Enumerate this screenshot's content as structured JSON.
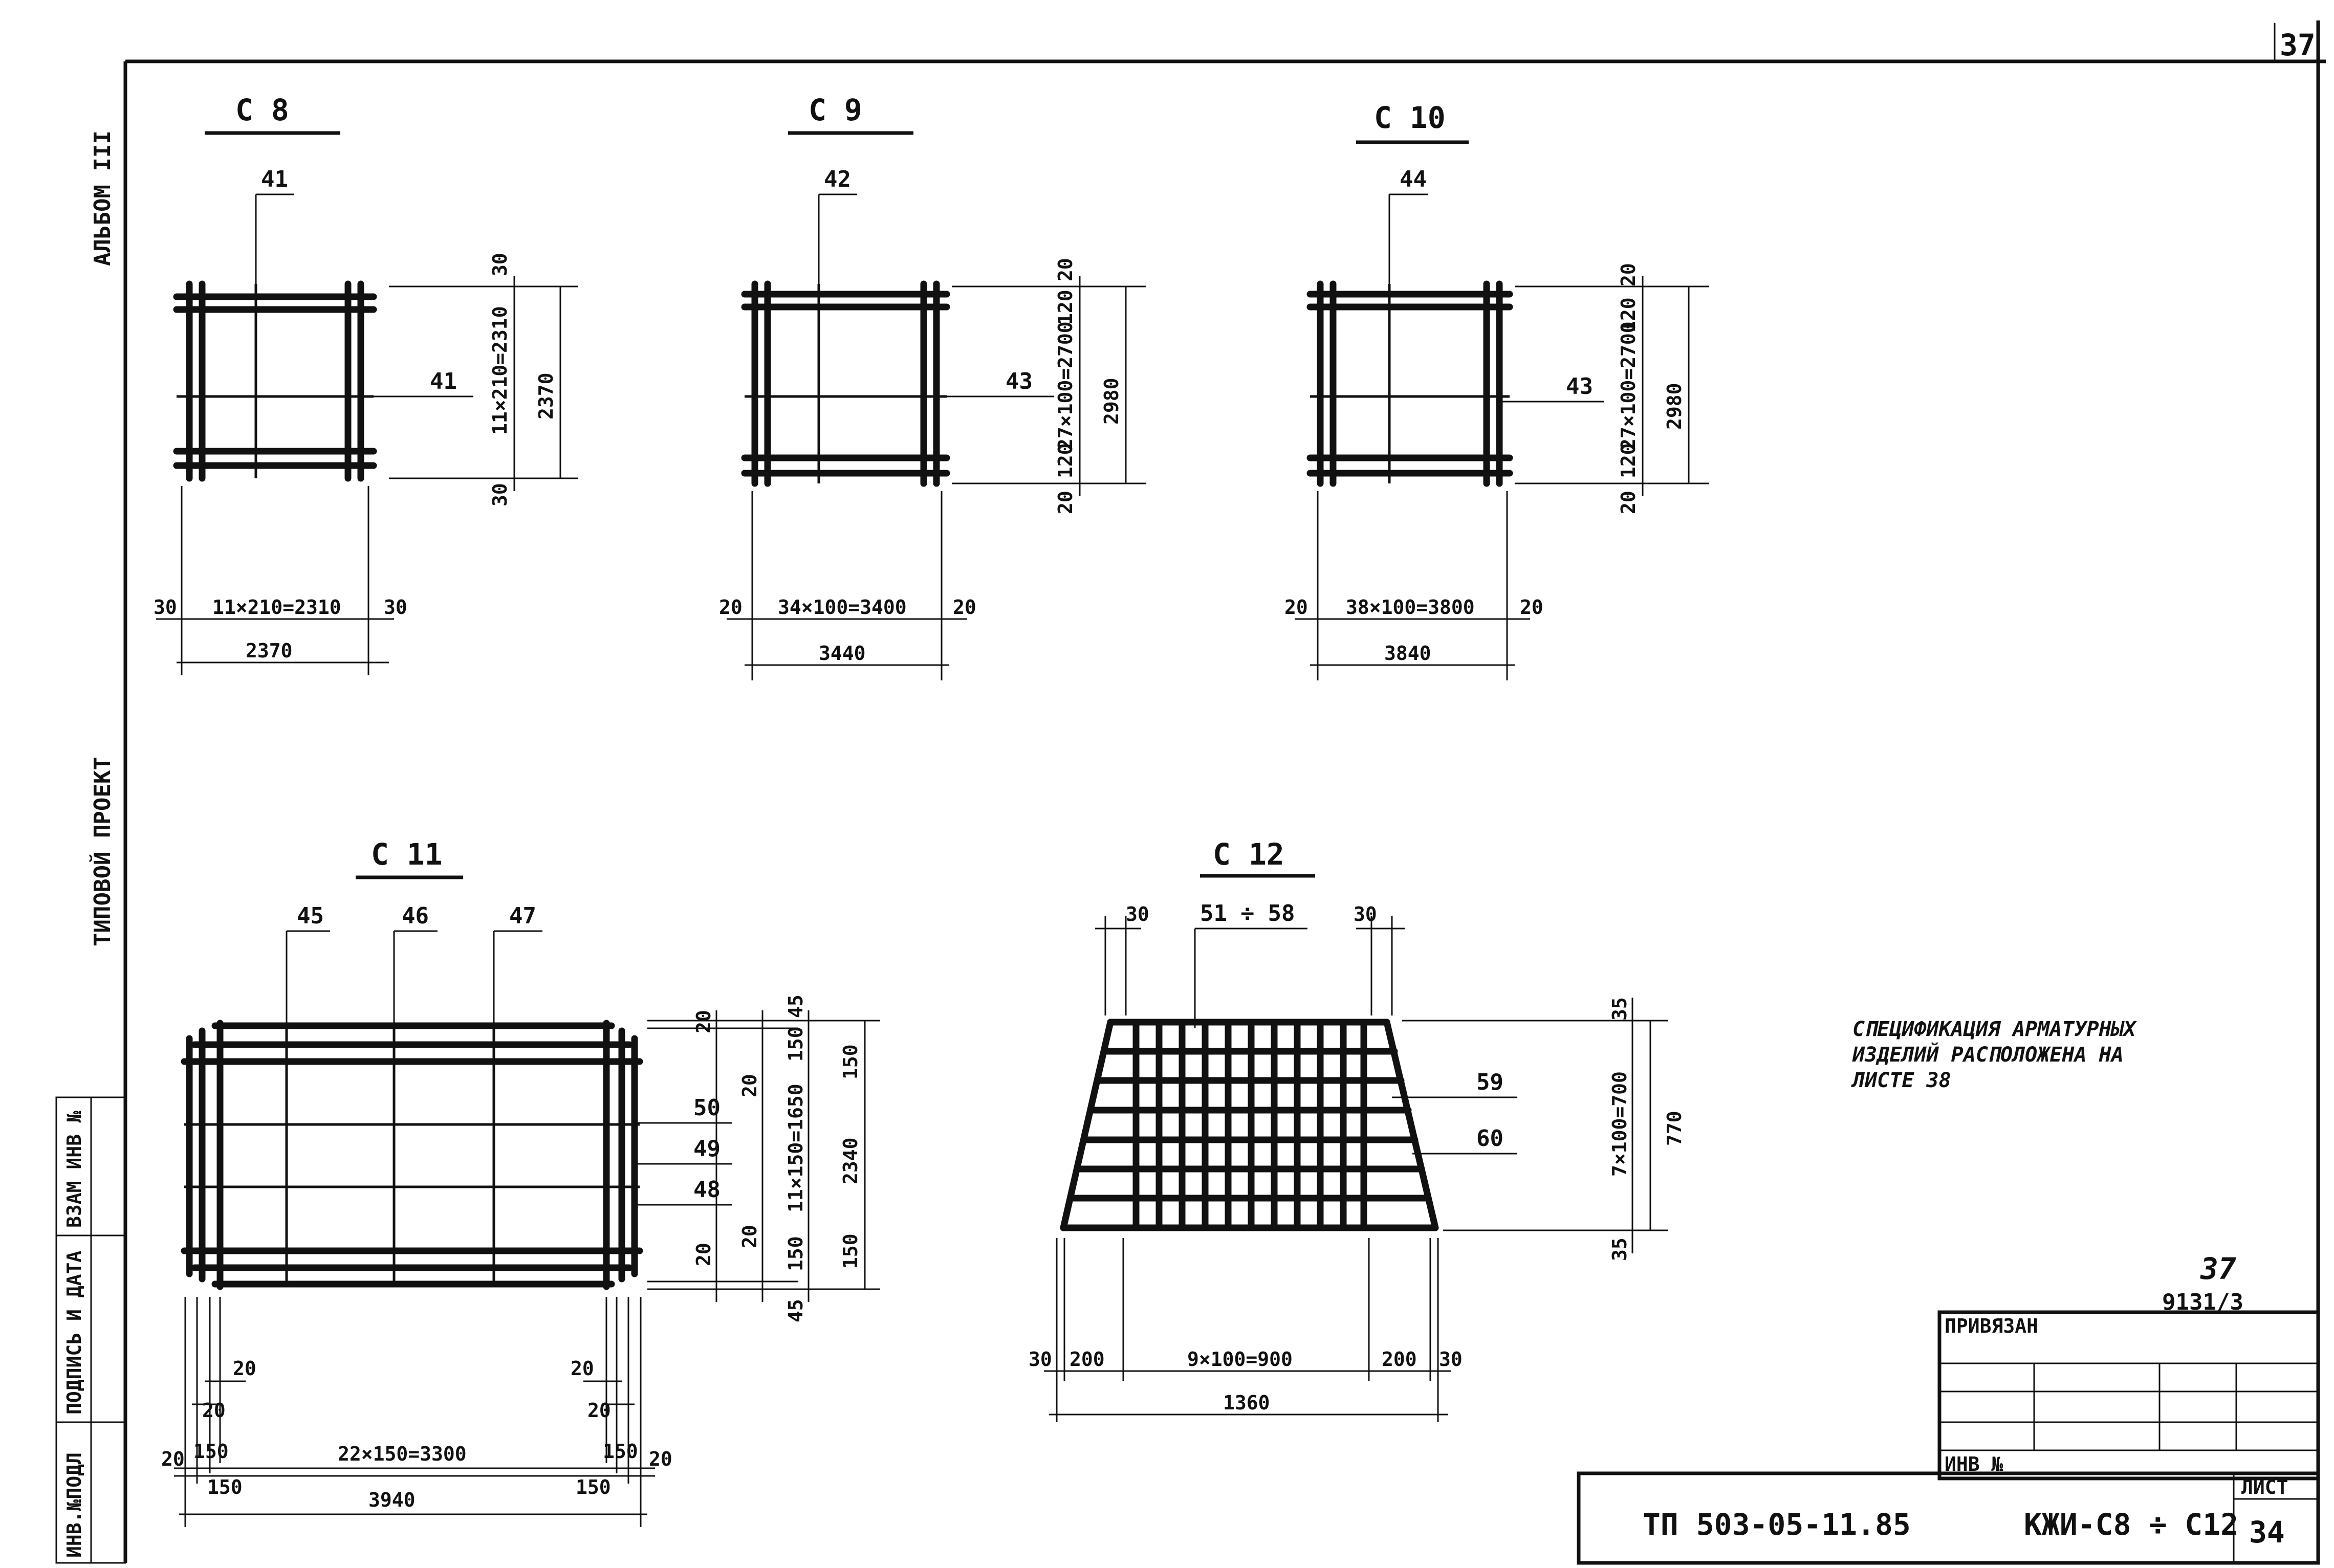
{
  "sheet": {
    "corner_number": "37",
    "left_strip": {
      "album": "АЛЬБОМ III",
      "project": "ТИПОВОЙ ПРОЕКТ",
      "cells": [
        "ВЗАМ ИНВ №",
        "ПОДПИСЬ И ДАТА",
        "ИНВ.№ПОДЛ"
      ]
    }
  },
  "meshes": {
    "c8": {
      "title": "С 8",
      "marks": [
        "41",
        "41"
      ],
      "dims": {
        "bottom_inner": "11×210=2310",
        "bottom_left": "30",
        "bottom_right": "30",
        "bottom_total": "2370",
        "right_inner": "11×210=2310",
        "right_top": "30",
        "right_bottom": "30",
        "right_total": "2370"
      }
    },
    "c9": {
      "title": "С 9",
      "marks": [
        "42",
        "43"
      ],
      "dims": {
        "bottom_inner": "34×100=3400",
        "bottom_left": "20",
        "bottom_right": "20",
        "bottom_total": "3440",
        "right_inner": "27×100=2700",
        "right_top": "20",
        "right_top2": "120",
        "right_bottom": "20",
        "right_bottom2": "120",
        "right_total": "2980"
      }
    },
    "c10": {
      "title": "С 10",
      "marks": [
        "44",
        "43"
      ],
      "dims": {
        "bottom_inner": "38×100=3800",
        "bottom_left": "20",
        "bottom_right": "20",
        "bottom_total": "3840",
        "right_inner": "27×100=2700",
        "right_top": "20",
        "right_top2": "120",
        "right_bottom": "20",
        "right_bottom2": "120",
        "right_total": "2980"
      }
    },
    "c11": {
      "title": "С 11",
      "marks": [
        "45",
        "46",
        "47",
        "50",
        "49",
        "48"
      ],
      "dims": {
        "bottom_inner": "22×150=3300",
        "bottom_total": "3940",
        "b20a": "20",
        "b20b": "20",
        "b20c": "20",
        "b20d": "20",
        "b150a": "150",
        "b150b": "150",
        "b150c": "150",
        "b150d": "150",
        "b20e": "20",
        "b20f": "20",
        "right_inner": "11×150=1650",
        "right_total": "2340",
        "r45a": "45",
        "r45b": "45",
        "r150a": "150",
        "r150b": "150",
        "r150c": "150",
        "r150d": "150",
        "r20a": "20",
        "r20b": "20",
        "r20c": "20",
        "r20d": "20"
      }
    },
    "c12": {
      "title": "С 12",
      "marks": [
        "51 ÷ 58",
        "59",
        "60"
      ],
      "dims": {
        "top_left": "30",
        "top_right": "30",
        "bottom_inner": "9×100=900",
        "b200a": "200",
        "b200b": "200",
        "b30a": "30",
        "b30b": "30",
        "bottom_total": "1360",
        "right_inner": "7×100=700",
        "right_total": "770",
        "right_top": "35",
        "right_bottom": "35"
      }
    }
  },
  "note": {
    "lines": [
      "СПЕЦИФИКАЦИЯ АРМАТУРНЫХ",
      "ИЗДЕЛИЙ РАСПОЛОЖЕНА НА",
      "ЛИСТЕ 38"
    ]
  },
  "title_block": {
    "sheet_no_large": "37",
    "doc_no": "9131/3",
    "privyazan": "ПРИВЯЗАН",
    "inv": "ИНВ №",
    "code": "ТП 503-05-11.85",
    "subject": "КЖИ-С8 ÷ С12",
    "list_label": "ЛИСТ",
    "list_no": "34"
  }
}
